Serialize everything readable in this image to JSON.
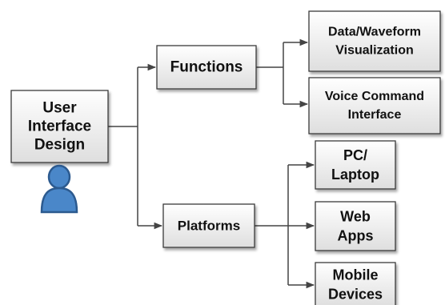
{
  "nodes": {
    "root": {
      "lines": [
        "User",
        "Interface",
        "Design"
      ]
    },
    "functions": {
      "lines": [
        "Functions"
      ]
    },
    "platforms": {
      "lines": [
        "Platforms"
      ]
    },
    "data_viz": {
      "lines": [
        "Data/Waveform",
        "Visualization"
      ]
    },
    "voice": {
      "lines": [
        "Voice Command",
        "Interface"
      ]
    },
    "pc": {
      "lines": [
        "PC/",
        "Laptop"
      ]
    },
    "web": {
      "lines": [
        "Web",
        "Apps"
      ]
    },
    "mobile": {
      "lines": [
        "Mobile",
        "Devices"
      ]
    }
  },
  "icons": {
    "user": "user-icon"
  },
  "colors": {
    "box_fill_top": "#ffffff",
    "box_fill_bottom": "#dedede",
    "box_border": "#3a3a3a",
    "connector": "#444444",
    "user_icon_fill": "#4a87c9",
    "user_icon_stroke": "#2c5a8f"
  }
}
